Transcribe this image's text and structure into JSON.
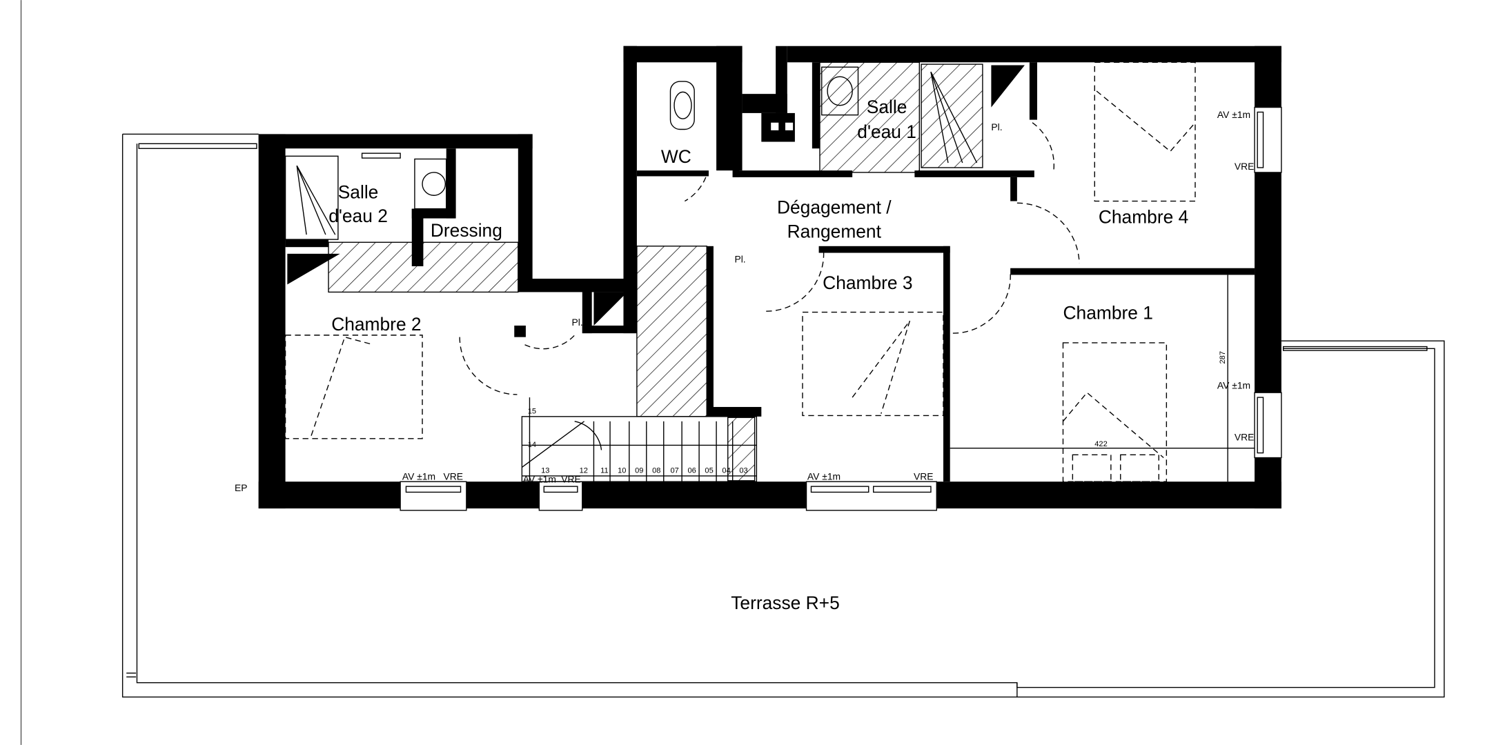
{
  "plan": {
    "rooms": {
      "salle_eau_2_l1": "Salle",
      "salle_eau_2_l2": "d'eau 2",
      "dressing": "Dressing",
      "chambre_2": "Chambre 2",
      "wc": "WC",
      "salle_eau_1_l1": "Salle",
      "salle_eau_1_l2": "d'eau 1",
      "degagement_l1": "Dégagement /",
      "degagement_l2": "Rangement",
      "chambre_3": "Chambre 3",
      "chambre_4": "Chambre 4",
      "chambre_1": "Chambre 1",
      "terrasse": "Terrasse R+5"
    },
    "annotations": {
      "pl": "Pl.",
      "av": "AV ±1m",
      "vre": "VRE",
      "ep": "EP",
      "dim_287": "287",
      "dim_422": "422"
    },
    "stair_steps": [
      "15",
      "14",
      "13",
      "12",
      "11",
      "10",
      "09",
      "08",
      "07",
      "06",
      "05",
      "04",
      "03"
    ]
  }
}
